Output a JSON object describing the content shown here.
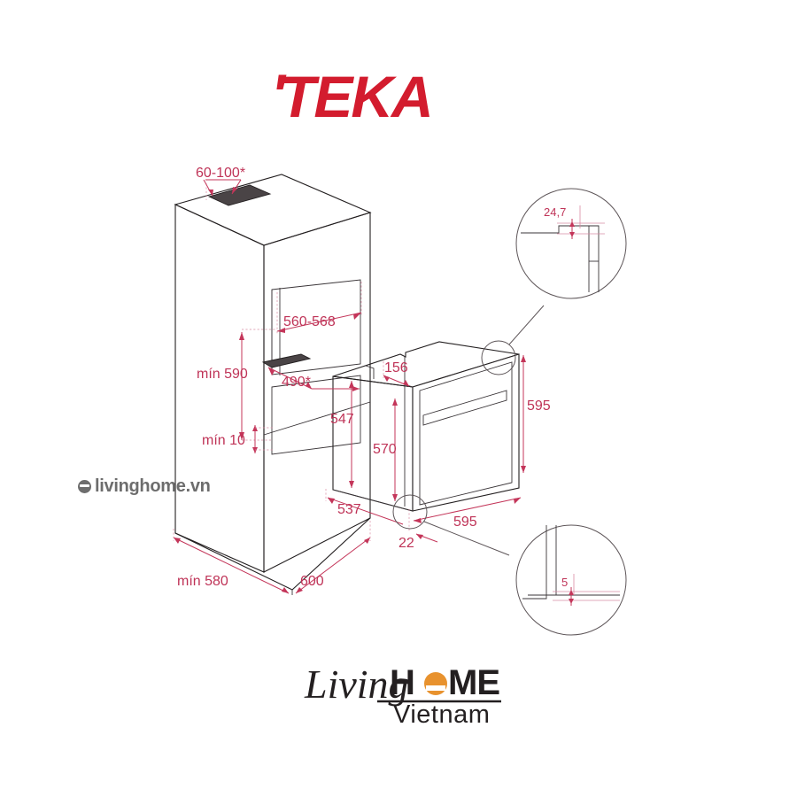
{
  "document": {
    "type": "installation-dimension-drawing",
    "subject": "Built-in oven cabinet installation",
    "units": "mm"
  },
  "brand": {
    "logo_text": "TEKA",
    "logo_color": "#d31c2e",
    "apostrophe": "'"
  },
  "watermark": {
    "text": "livinghome.vn",
    "color": "#6d6d6d",
    "icon": "circle-logo-icon"
  },
  "footer_logo": {
    "script_word": "Living",
    "bold_word_pre": "H",
    "bold_word_post": "ME",
    "subtitle": "Vietnam",
    "accent_color": "#e8922e"
  },
  "colors": {
    "dimension": "#c4365a",
    "outline": "#231f20",
    "vent_fill": "#4a4446",
    "background": "#ffffff"
  },
  "dimensions": {
    "cabinet_vent_depth": "60-100*",
    "niche_width": "560-568",
    "niche_height_min": "mín 590",
    "vent_opening": "490*",
    "bottom_gap_min": "mín 10",
    "cabinet_depth_min": "mín 580",
    "cabinet_width": "600",
    "oven_depth_upper": "547",
    "oven_depth_lower": "537",
    "oven_front_offset": "156",
    "oven_body_height": "570",
    "oven_front_height": "595",
    "oven_front_width": "595",
    "oven_foot_offset": "22"
  },
  "detail_callouts": [
    {
      "id": "detail-top",
      "label": "24,7",
      "description": "top edge trim gap detail"
    },
    {
      "id": "detail-bottom",
      "label": "5",
      "description": "bottom edge clearance detail"
    }
  ]
}
